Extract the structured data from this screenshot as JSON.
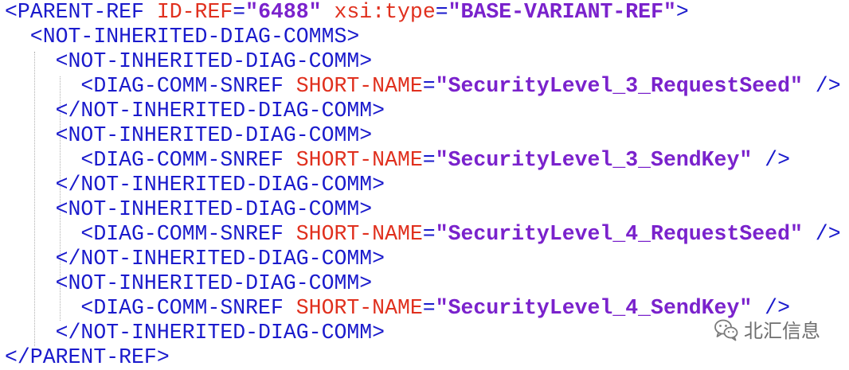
{
  "code": {
    "lines": [
      [
        {
          "cls": "tag",
          "text": "<PARENT-REF "
        },
        {
          "cls": "attr",
          "text": "ID-REF"
        },
        {
          "cls": "eq",
          "text": "="
        },
        {
          "cls": "val",
          "text": "\"6488\""
        },
        {
          "cls": "tag",
          "text": " "
        },
        {
          "cls": "attr",
          "text": "xsi:type"
        },
        {
          "cls": "eq",
          "text": "="
        },
        {
          "cls": "val",
          "text": "\"BASE-VARIANT-REF\""
        },
        {
          "cls": "tag",
          "text": ">"
        }
      ],
      [
        {
          "cls": "tag",
          "text": "  <NOT-INHERITED-DIAG-COMMS>"
        }
      ],
      [
        {
          "cls": "tag",
          "text": "    <NOT-INHERITED-DIAG-COMM>"
        }
      ],
      [
        {
          "cls": "tag",
          "text": "      <DIAG-COMM-SNREF "
        },
        {
          "cls": "attr",
          "text": "SHORT-NAME"
        },
        {
          "cls": "eq",
          "text": "="
        },
        {
          "cls": "val",
          "text": "\"SecurityLevel_3_RequestSeed\""
        },
        {
          "cls": "tag",
          "text": " />"
        }
      ],
      [
        {
          "cls": "tag",
          "text": "    </NOT-INHERITED-DIAG-COMM>"
        }
      ],
      [
        {
          "cls": "tag",
          "text": "    <NOT-INHERITED-DIAG-COMM>"
        }
      ],
      [
        {
          "cls": "tag",
          "text": "      <DIAG-COMM-SNREF "
        },
        {
          "cls": "attr",
          "text": "SHORT-NAME"
        },
        {
          "cls": "eq",
          "text": "="
        },
        {
          "cls": "val",
          "text": "\"SecurityLevel_3_SendKey\""
        },
        {
          "cls": "tag",
          "text": " />"
        }
      ],
      [
        {
          "cls": "tag",
          "text": "    </NOT-INHERITED-DIAG-COMM>"
        }
      ],
      [
        {
          "cls": "tag",
          "text": "    <NOT-INHERITED-DIAG-COMM>"
        }
      ],
      [
        {
          "cls": "tag",
          "text": "      <DIAG-COMM-SNREF "
        },
        {
          "cls": "attr",
          "text": "SHORT-NAME"
        },
        {
          "cls": "eq",
          "text": "="
        },
        {
          "cls": "val",
          "text": "\"SecurityLevel_4_RequestSeed\""
        },
        {
          "cls": "tag",
          "text": " />"
        }
      ],
      [
        {
          "cls": "tag",
          "text": "    </NOT-INHERITED-DIAG-COMM>"
        }
      ],
      [
        {
          "cls": "tag",
          "text": "    <NOT-INHERITED-DIAG-COMM>"
        }
      ],
      [
        {
          "cls": "tag",
          "text": "      <DIAG-COMM-SNREF "
        },
        {
          "cls": "attr",
          "text": "SHORT-NAME"
        },
        {
          "cls": "eq",
          "text": "="
        },
        {
          "cls": "val",
          "text": "\"SecurityLevel_4_SendKey\""
        },
        {
          "cls": "tag",
          "text": " />"
        }
      ],
      [
        {
          "cls": "tag",
          "text": "    </NOT-INHERITED-DIAG-COMM>"
        }
      ],
      [
        {
          "cls": "tag",
          "text": "</PARENT-REF>"
        }
      ]
    ]
  },
  "colors": {
    "tag": "#1a1acc",
    "attribute": "#e0301e",
    "value": "#7a22cc",
    "background": "#ffffff"
  },
  "watermark": {
    "icon": "wechat-icon",
    "text": "北汇信息"
  }
}
